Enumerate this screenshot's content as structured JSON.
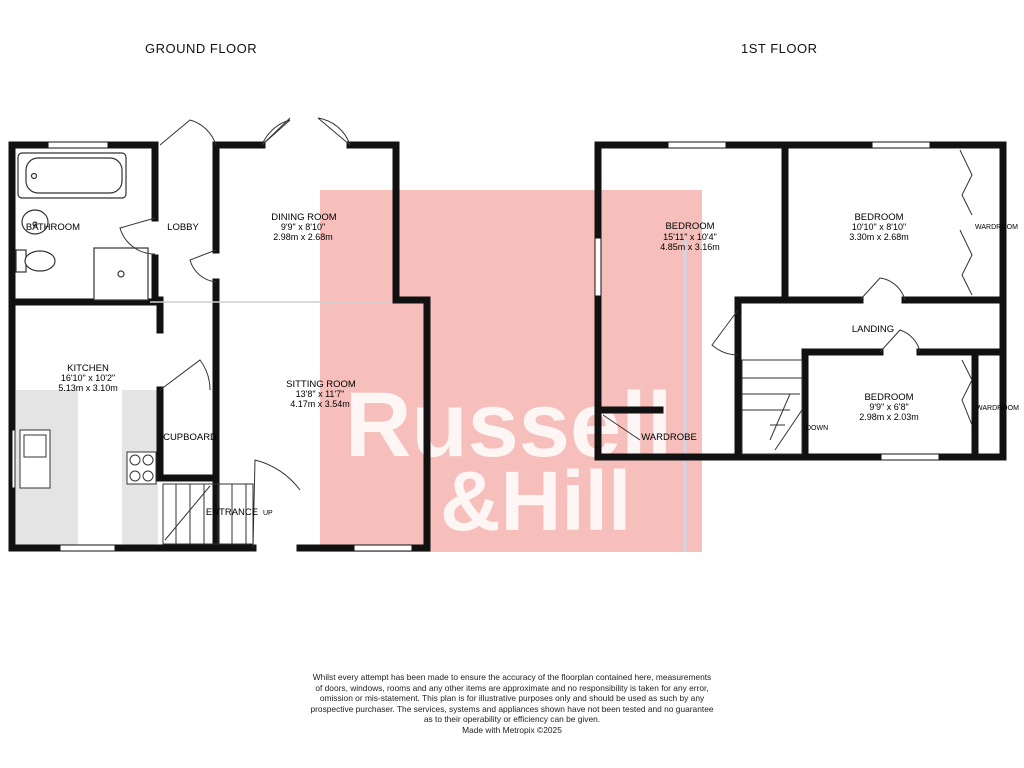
{
  "floors": {
    "ground": {
      "title": "GROUND FLOOR",
      "rooms": {
        "bathroom": {
          "name": "BATHROOM"
        },
        "lobby": {
          "name": "LOBBY"
        },
        "dining": {
          "name": "DINING ROOM",
          "imperial": "9'9\"  x 8'10\"",
          "metric": "2.98m  x 2.68m"
        },
        "kitchen": {
          "name": "KITCHEN",
          "imperial": "16'10\"  x 10'2\"",
          "metric": "5.13m  x 3.10m"
        },
        "sitting": {
          "name": "SITTING ROOM",
          "imperial": "13'8\"  x 11'7\"",
          "metric": "4.17m  x 3.54m"
        },
        "cupboard": {
          "name": "CUPBOARD"
        },
        "entrance": {
          "name": "ENTRANCE"
        }
      },
      "stair_label": "UP"
    },
    "first": {
      "title": "1ST FLOOR",
      "rooms": {
        "bedroom1": {
          "name": "BEDROOM",
          "imperial": "15'11\"  x 10'4\"",
          "metric": "4.85m  x 3.16m"
        },
        "bedroom2": {
          "name": "BEDROOM",
          "imperial": "10'10\"  x 8'10\"",
          "metric": "3.30m  x 2.68m"
        },
        "bedroom3": {
          "name": "BEDROOM",
          "imperial": "9'9\"  x 6'8\"",
          "metric": "2.98m  x 2.03m"
        },
        "landing": {
          "name": "LANDING"
        },
        "wardrobe": {
          "name": "WARDROBE"
        },
        "wardrobe2": {
          "name": "WARDROOM"
        },
        "wardrobe3": {
          "name": "WARDROOM"
        }
      },
      "stair_label": "DOWN"
    }
  },
  "watermark": {
    "line1": "Russell",
    "line2": "&Hill",
    "color": "#f08a84"
  },
  "disclaimer": [
    "Whilst every attempt has been made to ensure the accuracy of the floorplan contained here, measurements",
    "of doors, windows, rooms and any other items are approximate and no responsibility is taken for any error,",
    "omission or mis-statement. This plan is for illustrative purposes only and should be used as such by any",
    "prospective purchaser. The services, systems and appliances shown have not been tested and no guarantee",
    "as to their operability or efficiency can be given.",
    "Made with Metropix ©2025"
  ],
  "colors": {
    "wall": "#111111",
    "counter": "#e4e4e4",
    "window": "#ffffff"
  }
}
